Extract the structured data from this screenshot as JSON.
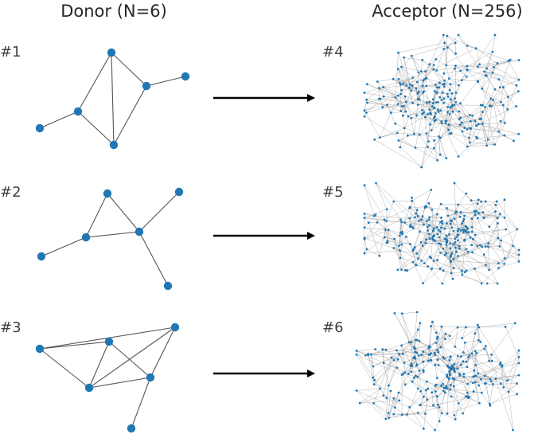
{
  "titles": {
    "donor": "Donor (N=6)",
    "acceptor": "Acceptor (N=256)"
  },
  "colors": {
    "node": "#1f77b4",
    "donor_edge": "#555555",
    "acceptor_edge": "#9a9a9a",
    "arrow": "#000000"
  },
  "rows": [
    {
      "donor_label": "#1",
      "acceptor_label": "#4",
      "donor_nodes": 6,
      "donor_edges": [
        [
          0,
          1
        ],
        [
          1,
          2
        ],
        [
          1,
          3
        ],
        [
          2,
          3
        ],
        [
          2,
          4
        ],
        [
          3,
          4
        ],
        [
          4,
          5
        ]
      ],
      "acceptor_nodes": 256
    },
    {
      "donor_label": "#2",
      "acceptor_label": "#5",
      "donor_nodes": 6,
      "donor_edges": [
        [
          0,
          1
        ],
        [
          1,
          2
        ],
        [
          1,
          3
        ],
        [
          2,
          3
        ],
        [
          3,
          4
        ],
        [
          3,
          5
        ]
      ],
      "acceptor_nodes": 256
    },
    {
      "donor_label": "#3",
      "acceptor_label": "#6",
      "donor_nodes": 6,
      "donor_edges": [
        [
          0,
          1
        ],
        [
          0,
          2
        ],
        [
          0,
          4
        ],
        [
          1,
          2
        ],
        [
          1,
          3
        ],
        [
          2,
          3
        ],
        [
          2,
          4
        ],
        [
          3,
          4
        ],
        [
          3,
          5
        ]
      ],
      "acceptor_nodes": 256
    }
  ]
}
